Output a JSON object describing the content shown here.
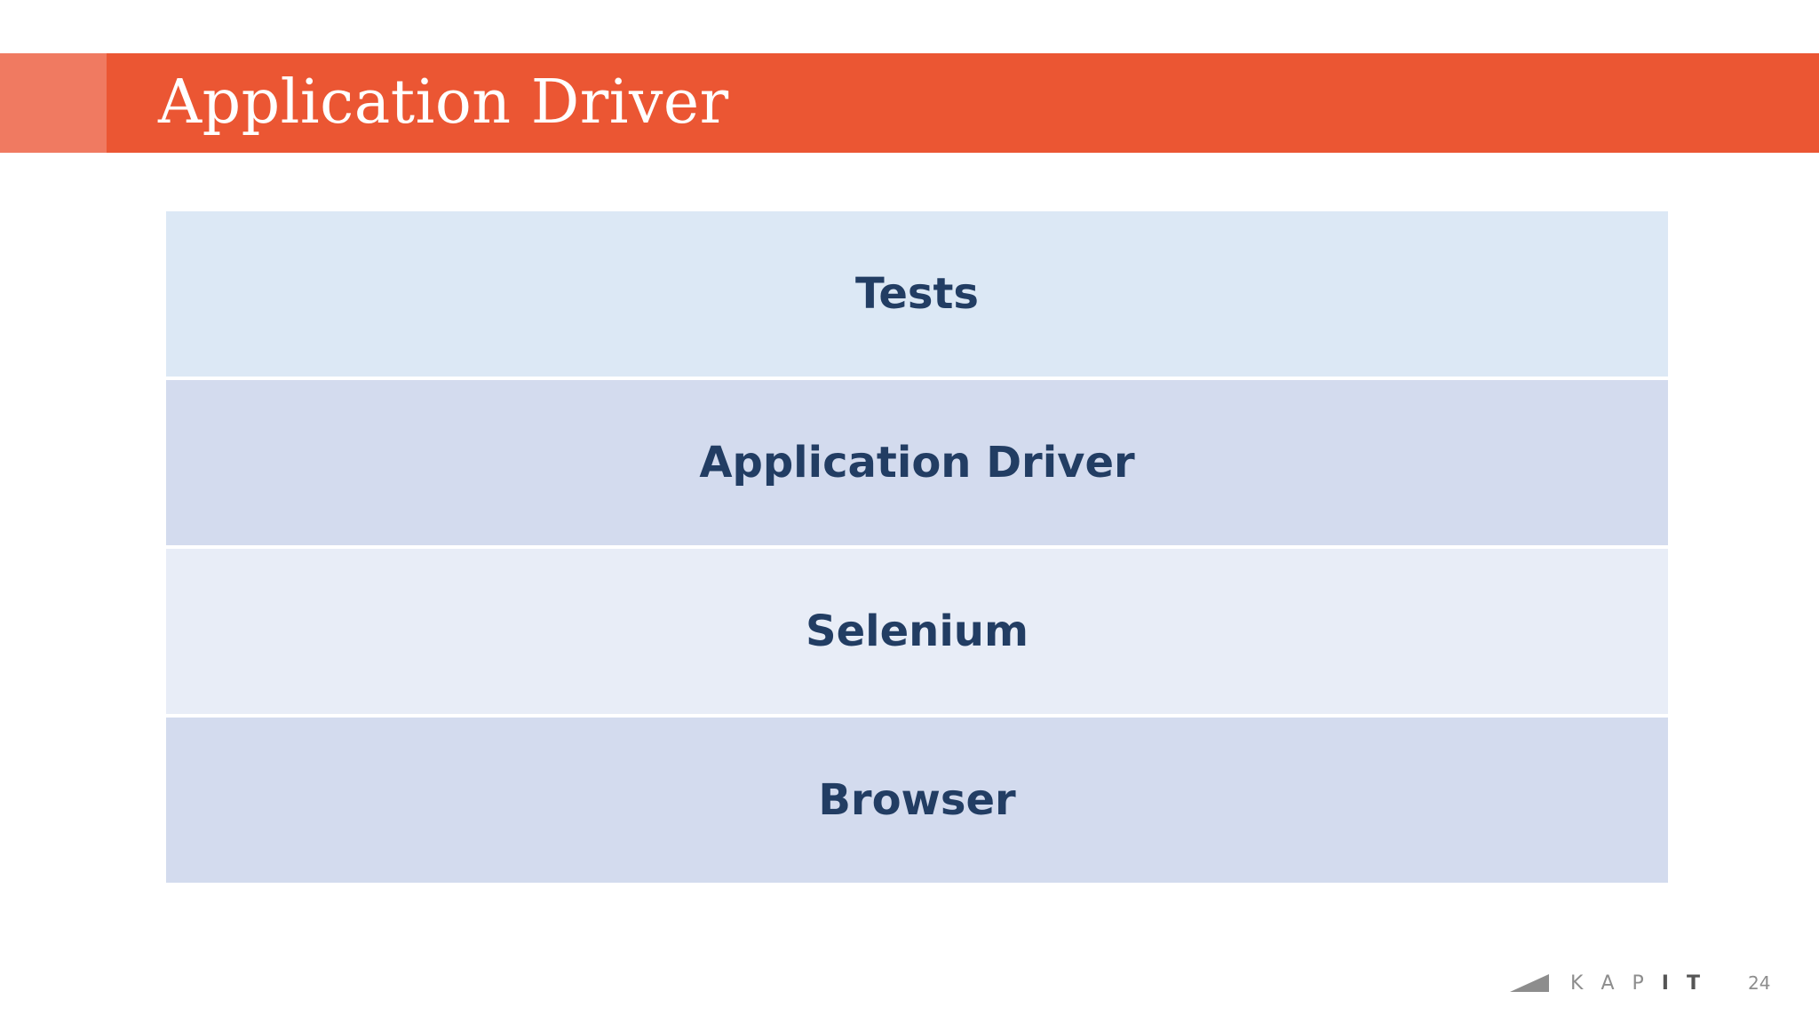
{
  "header": {
    "title": "Application Driver",
    "bar_color": "#eb5633",
    "accent_color": "#f07a61"
  },
  "layers": [
    {
      "label": "Tests",
      "color": "#dce8f5"
    },
    {
      "label": "Application Driver",
      "color": "#d3dbee"
    },
    {
      "label": "Selenium",
      "color": "#e8edf7"
    },
    {
      "label": "Browser",
      "color": "#d3dbee"
    }
  ],
  "footer": {
    "logo_letters": [
      "K",
      "A",
      "P",
      "I",
      "T"
    ],
    "page_number": "24"
  }
}
